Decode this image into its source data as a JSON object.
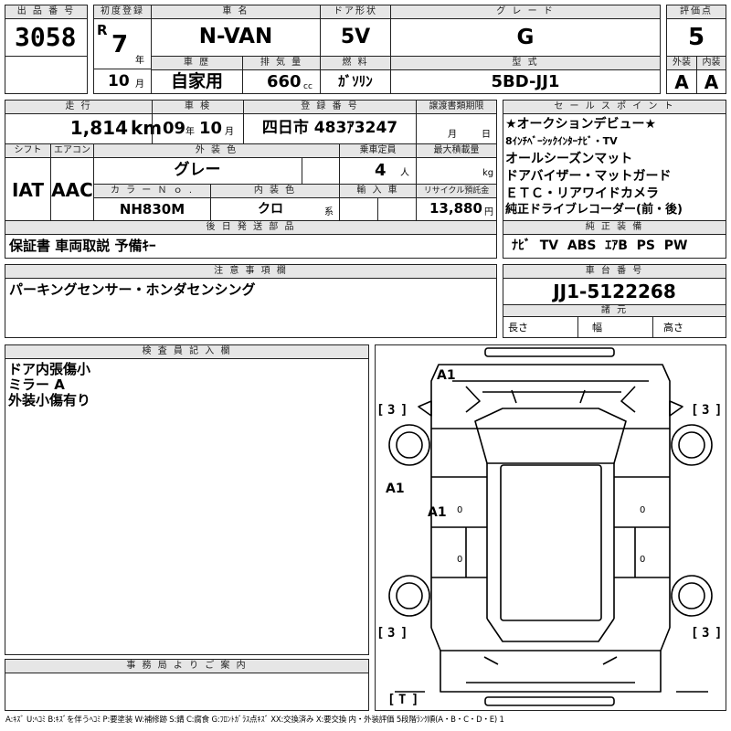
{
  "lot": {
    "label": "出 品 番 号",
    "value": "3058"
  },
  "first_reg": {
    "label": "初度登録",
    "era": "R",
    "year": "7",
    "year_unit": "年",
    "month": "10",
    "month_unit": "月"
  },
  "model": {
    "label": "車 名",
    "value": "N-VAN"
  },
  "door": {
    "label": "ドア形状",
    "value": "5V"
  },
  "grade": {
    "label": "グ レ ー ド",
    "value": "G"
  },
  "score": {
    "label": "評価点",
    "value": "5",
    "ext_label": "外装",
    "int_label": "内装",
    "ext_value": "A",
    "int_value": "A"
  },
  "history": {
    "label": "車 歴",
    "value": "自家用"
  },
  "displacement": {
    "label": "排 気 量",
    "value": "660",
    "unit": "cc"
  },
  "fuel": {
    "label": "燃 料",
    "value": "ｶﾞｿﾘﾝ"
  },
  "type_code": {
    "label": "型 式",
    "value": "5BD-JJ1"
  },
  "mileage": {
    "label": "走 行",
    "value": "1,814",
    "unit": "km"
  },
  "inspection": {
    "label": "車 検",
    "year": "09",
    "year_unit": "年",
    "month": "10",
    "month_unit": "月"
  },
  "plate": {
    "label": "登 録 番 号",
    "value": "四日市 483ｱ3247"
  },
  "transfer": {
    "label": "譲渡書類期限",
    "month_unit": "月",
    "day_unit": "日"
  },
  "shift": {
    "label": "シフト",
    "value": "IAT"
  },
  "aircon": {
    "label": "エアコン",
    "value": "AAC"
  },
  "ext_color": {
    "label": "外 装 色",
    "value": "グレー"
  },
  "capacity": {
    "label": "乗車定員",
    "value": "4",
    "unit": "人"
  },
  "max_load": {
    "label": "最大積載量",
    "unit": "kg"
  },
  "color_no": {
    "label": "カ ラ ー Ｎ ｏ .",
    "value": "NH830M"
  },
  "int_color": {
    "label": "内 装 色",
    "value": "クロ",
    "unit": "系"
  },
  "import": {
    "label": "輸 入 車"
  },
  "recycle": {
    "label": "リサイクル預託金",
    "value": "13,880",
    "unit": "円"
  },
  "sales_points": {
    "label": "セ ー ル ス ポ イ ン ト",
    "lines": [
      "★オークションデビュー★",
      "8ｲﾝﾁﾍﾞｰｼｯｸｲﾝﾀｰﾅﾋﾞ・TV",
      "オールシーズンマット",
      "ドアバイザー・マットガード",
      "ＥＴＣ・リアワイドカメラ",
      "純正ドライブレコーダー(前・後)"
    ]
  },
  "later_parts": {
    "label": "後 日 発 送 部 品",
    "value": "保証書 車両取説 予備ｷｰ"
  },
  "equipment": {
    "label": "純 正 装 備",
    "value": "ﾅﾋﾞ  TV  ABS  ｴｱB  PS  PW"
  },
  "notes": {
    "label": "注 意 事 項 欄",
    "value": "パーキングセンサー・ホンダセンシング"
  },
  "chassis": {
    "label": "車 台 番 号",
    "value": "JJ1-5122268"
  },
  "specs": {
    "label": "諸 元",
    "length": "長さ",
    "width": "幅",
    "height": "高さ"
  },
  "inspector": {
    "label": "検 査 員 記 入 欄",
    "lines": [
      "ドア内張傷小",
      "ミラー A",
      "外装小傷有り"
    ]
  },
  "office": {
    "label": "事 務 局 よ り ご 案 内"
  },
  "diagram": {
    "marks": [
      "A1",
      "A1",
      "A1"
    ],
    "tread": [
      "3",
      "3",
      "3",
      "3"
    ],
    "tread_spare": "T",
    "zeros": [
      "0",
      "0",
      "0",
      "0"
    ]
  },
  "legend": "A:ｷｽﾞ U:ﾍｺﾐ B:ｷｽﾞを伴うﾍｺﾐ P:要塗装 W:補修跡 S:錆 C:腐食 G:ﾌﾛﾝﾄｶﾞﾗｽ点ｷｽﾞ XX:交換済み X:要交換 内・外装評価 5段階ﾗﾝｸ順(A・B・C・D・E) 1"
}
